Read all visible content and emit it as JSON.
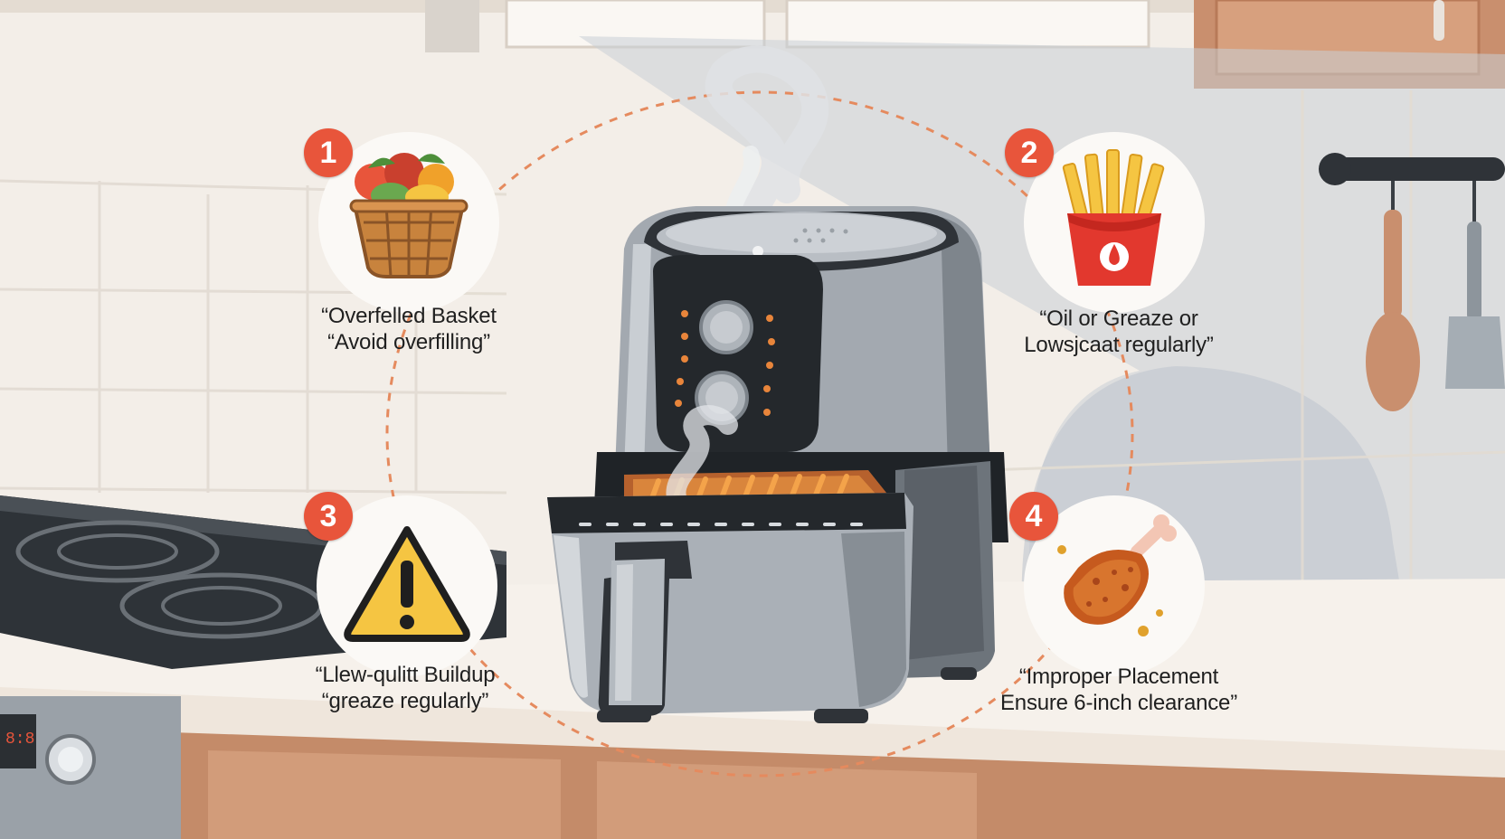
{
  "tips": [
    {
      "number": "1",
      "icon": "vegetable-basket-icon",
      "line1": "“Overfelled Basket",
      "line2": "“Avoid overfilling”"
    },
    {
      "number": "2",
      "icon": "french-fries-icon",
      "line1": "“Oil or Greaze or",
      "line2": "Lowsjcaat regularly”"
    },
    {
      "number": "3",
      "icon": "warning-triangle-icon",
      "line1": "“Llew-qulitt Buildup",
      "line2": "“greaze regularly”"
    },
    {
      "number": "4",
      "icon": "fried-chicken-drumstick-icon",
      "line1": "“Improper Placement",
      "line2": "Ensure 6-inch clearance”"
    }
  ],
  "colors": {
    "accent": "#e8553b",
    "dashed_ring": "#e58a5e",
    "fryer_body": "#9ea4ab",
    "fryer_dark": "#2f3338"
  }
}
